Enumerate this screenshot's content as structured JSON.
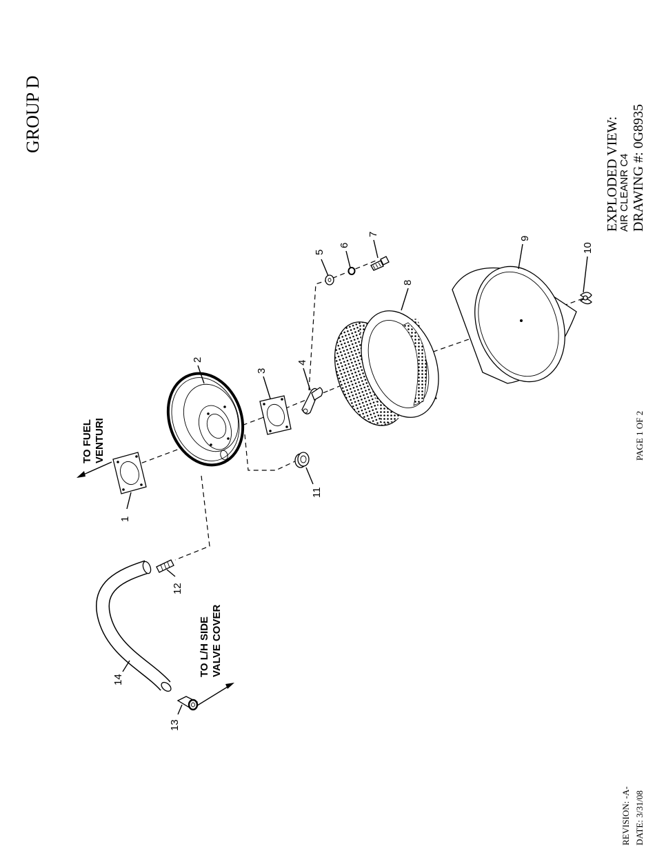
{
  "header": {
    "group": "GROUP D"
  },
  "title_block": {
    "line1": "EXPLODED VIEW:",
    "line2": "AIR CLEANR C4",
    "line3": "DRAWING #: 0G8935"
  },
  "footer": {
    "page": "PAGE 1 OF 2",
    "revision": "REVISION: -A-",
    "date": "DATE:  3/31/08"
  },
  "notes": {
    "fuel_venturi_1": "TO FUEL",
    "fuel_venturi_2": "VENTURI",
    "valve_cover_1": "TO L/H SIDE",
    "valve_cover_2": "VALVE COVER"
  },
  "callouts": {
    "c1": "1",
    "c2": "2",
    "c3": "3",
    "c4": "4",
    "c5": "5",
    "c6": "6",
    "c7": "7",
    "c8": "8",
    "c9": "9",
    "c10": "10",
    "c11": "11",
    "c12": "12",
    "c13": "13",
    "c14": "14"
  }
}
